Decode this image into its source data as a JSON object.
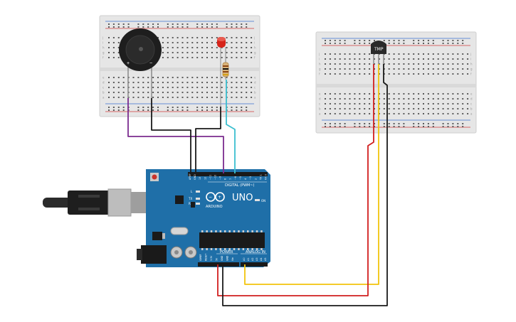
{
  "board": {
    "model": "UNO",
    "brand": "ARDUINO",
    "digital_header": "DIGITAL (PWM~)",
    "power_header": "POWER",
    "analog_header": "ANALOG IN",
    "on_label": "ON",
    "led_labels": [
      "L",
      "TX",
      "RX"
    ],
    "aref": "AREF",
    "gnd": "GND",
    "digital_pins": [
      "13",
      "12",
      "~11",
      "~10",
      "~9",
      "8",
      "7",
      "~6",
      "~5",
      "4",
      "~3",
      "2",
      "TX 1",
      "RX 0"
    ],
    "power_pins": [
      "IOREF",
      "RESET",
      "3.3V",
      "5V",
      "GND",
      "GND",
      "Vin"
    ],
    "analog_pins": [
      "A0",
      "A1",
      "A2",
      "A3",
      "A4",
      "A5"
    ]
  },
  "sensor": {
    "label": "TMP"
  },
  "buzzer": {
    "plus": "+",
    "minus": "−"
  },
  "breadboard": {
    "rows_top": [
      "j",
      "i",
      "h",
      "g",
      "f"
    ],
    "rows_bottom": [
      "e",
      "d",
      "c",
      "b",
      "a"
    ]
  },
  "colors": {
    "board_blue": "#1f6fa8",
    "breadboard": "#e6e6e6",
    "wire_purple": "#7b2c8f",
    "wire_black": "#1a1a1a",
    "wire_cyan": "#3bbfcf",
    "wire_red": "#d11f1f",
    "wire_yellow": "#f2c40d",
    "led_red": "#d6241a"
  }
}
